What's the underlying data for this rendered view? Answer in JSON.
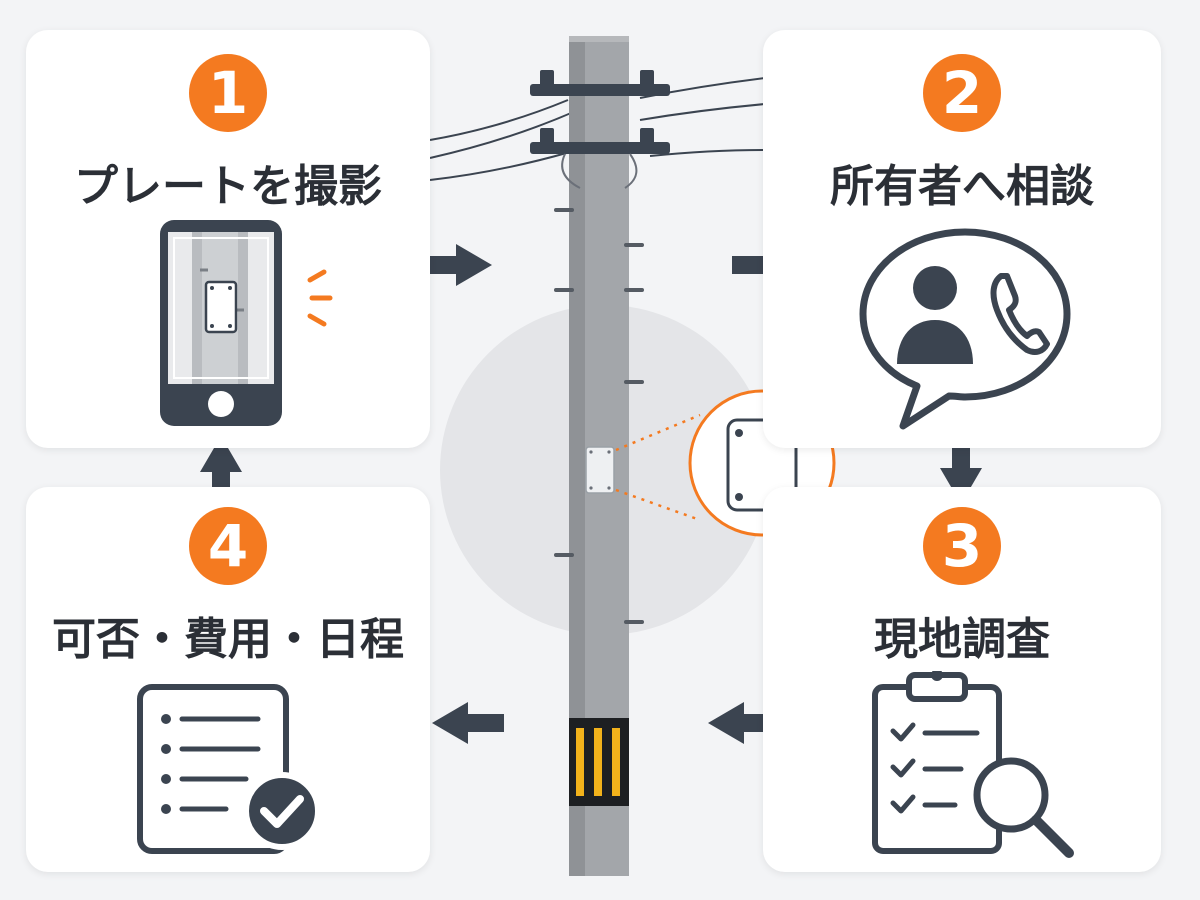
{
  "steps": [
    {
      "number": "1",
      "label": "プレートを撮影",
      "icon": "smartphone-camera-icon"
    },
    {
      "number": "2",
      "label": "所有者へ相談",
      "icon": "speech-bubble-contact-icon"
    },
    {
      "number": "3",
      "label": "現地調査",
      "icon": "clipboard-search-icon"
    },
    {
      "number": "4",
      "label": "可否・費用・日程",
      "icon": "document-check-icon"
    }
  ],
  "colors": {
    "accent": "#f47a20",
    "dark": "#3b4450",
    "pole": "#a3a6aa",
    "stripe": "#f2b21b",
    "card": "#ffffff",
    "background": "#f3f4f6"
  }
}
